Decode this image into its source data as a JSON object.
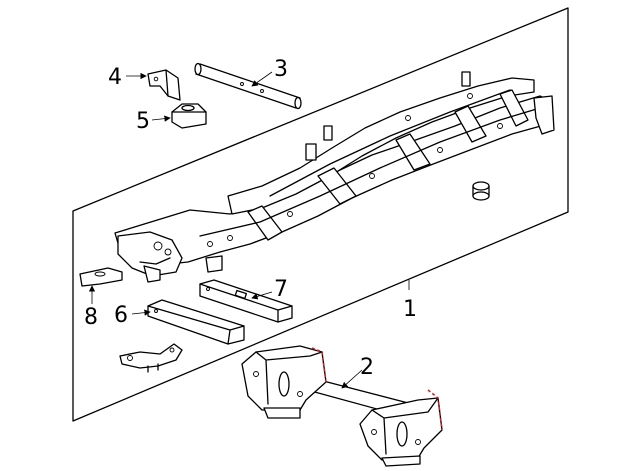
{
  "callouts": [
    {
      "id": "1",
      "label": "1"
    },
    {
      "id": "2",
      "label": "2"
    },
    {
      "id": "3",
      "label": "3"
    },
    {
      "id": "4",
      "label": "4"
    },
    {
      "id": "5",
      "label": "5"
    },
    {
      "id": "6",
      "label": "6"
    },
    {
      "id": "7",
      "label": "7"
    },
    {
      "id": "8",
      "label": "8"
    }
  ],
  "colors": {
    "line": "#000000",
    "highlight": "#d0202a",
    "background": "#ffffff"
  }
}
